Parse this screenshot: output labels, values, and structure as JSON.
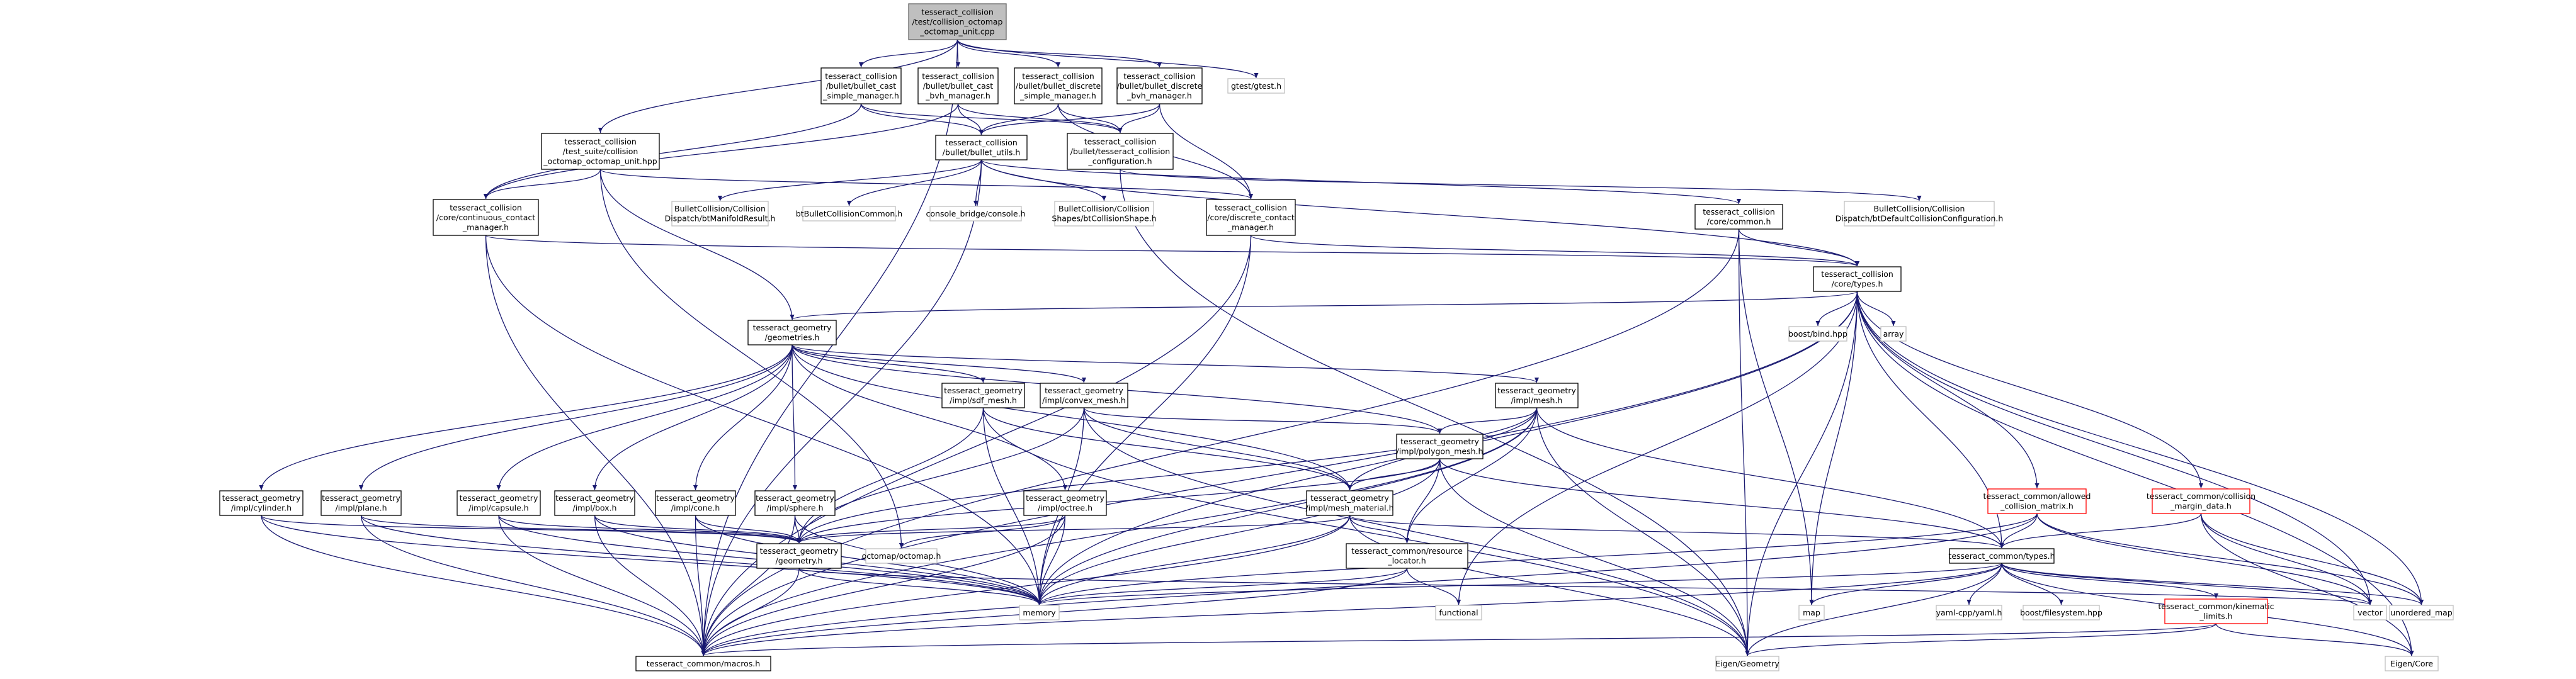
{
  "title": "tesseract_collision/test/collision_octomap_octomap_unit.cpp",
  "colors": {
    "edge": "#191970",
    "node_border": "#000000",
    "root_fill": "#bfbfbf",
    "external_border": "#bfbfbf",
    "incomplete_border": "#ff0000"
  },
  "nodes": [
    {
      "id": "root",
      "kind": "root",
      "lines": [
        "tesseract_collision",
        "/test/collision_octomap",
        "_octomap_unit.cpp"
      ]
    },
    {
      "id": "bcsm",
      "kind": "normal",
      "lines": [
        "tesseract_collision",
        "/bullet/bullet_cast",
        "_simple_manager.h"
      ]
    },
    {
      "id": "bcbvh",
      "kind": "normal",
      "lines": [
        "tesseract_collision",
        "/bullet/bullet_cast",
        "_bvh_manager.h"
      ]
    },
    {
      "id": "bdsm",
      "kind": "normal",
      "lines": [
        "tesseract_collision",
        "/bullet/bullet_discrete",
        "_simple_manager.h"
      ]
    },
    {
      "id": "bdbvh",
      "kind": "normal",
      "lines": [
        "tesseract_collision",
        "/bullet/bullet_discrete",
        "_bvh_manager.h"
      ]
    },
    {
      "id": "gtest",
      "kind": "external",
      "lines": [
        "gtest/gtest.h"
      ]
    },
    {
      "id": "tsuite",
      "kind": "normal",
      "lines": [
        "tesseract_collision",
        "/test_suite/collision",
        "_octomap_octomap_unit.hpp"
      ]
    },
    {
      "id": "butils",
      "kind": "normal",
      "lines": [
        "tesseract_collision",
        "/bullet/bullet_utils.h"
      ]
    },
    {
      "id": "tcconf",
      "kind": "normal",
      "lines": [
        "tesseract_collision",
        "/bullet/tesseract_collision",
        "_configuration.h"
      ]
    },
    {
      "id": "ccm",
      "kind": "normal",
      "lines": [
        "tesseract_collision",
        "/core/continuous_contact",
        "_manager.h"
      ]
    },
    {
      "id": "btman",
      "kind": "external",
      "lines": [
        "BulletCollision/Collision",
        "Dispatch/btManifoldResult.h"
      ]
    },
    {
      "id": "btcc",
      "kind": "external",
      "lines": [
        "btBulletCollisionCommon.h"
      ]
    },
    {
      "id": "cbconsole",
      "kind": "external",
      "lines": [
        "console_bridge/console.h"
      ]
    },
    {
      "id": "btcs",
      "kind": "external",
      "lines": [
        "BulletCollision/Collision",
        "Shapes/btCollisionShape.h"
      ]
    },
    {
      "id": "dcm",
      "kind": "normal",
      "lines": [
        "tesseract_collision",
        "/core/discrete_contact",
        "_manager.h"
      ]
    },
    {
      "id": "ccommon",
      "kind": "normal",
      "lines": [
        "tesseract_collision",
        "/core/common.h"
      ]
    },
    {
      "id": "btdcc",
      "kind": "external",
      "lines": [
        "BulletCollision/Collision",
        "Dispatch/btDefaultCollisionConfiguration.h"
      ]
    },
    {
      "id": "ctypes",
      "kind": "normal",
      "lines": [
        "tesseract_collision",
        "/core/types.h"
      ]
    },
    {
      "id": "geoms",
      "kind": "normal",
      "lines": [
        "tesseract_geometry",
        "/geometries.h"
      ]
    },
    {
      "id": "boostbind",
      "kind": "external",
      "lines": [
        "boost/bind.hpp"
      ]
    },
    {
      "id": "array",
      "kind": "external",
      "lines": [
        "array"
      ]
    },
    {
      "id": "sdf",
      "kind": "normal",
      "lines": [
        "tesseract_geometry",
        "/impl/sdf_mesh.h"
      ]
    },
    {
      "id": "convex",
      "kind": "normal",
      "lines": [
        "tesseract_geometry",
        "/impl/convex_mesh.h"
      ]
    },
    {
      "id": "mesh",
      "kind": "normal",
      "lines": [
        "tesseract_geometry",
        "/impl/mesh.h"
      ]
    },
    {
      "id": "poly",
      "kind": "normal",
      "lines": [
        "tesseract_geometry",
        "/impl/polygon_mesh.h"
      ]
    },
    {
      "id": "cyl",
      "kind": "normal",
      "lines": [
        "tesseract_geometry",
        "/impl/cylinder.h"
      ]
    },
    {
      "id": "plane",
      "kind": "normal",
      "lines": [
        "tesseract_geometry",
        "/impl/plane.h"
      ]
    },
    {
      "id": "capsule",
      "kind": "normal",
      "lines": [
        "tesseract_geometry",
        "/impl/capsule.h"
      ]
    },
    {
      "id": "box",
      "kind": "normal",
      "lines": [
        "tesseract_geometry",
        "/impl/box.h"
      ]
    },
    {
      "id": "cone",
      "kind": "normal",
      "lines": [
        "tesseract_geometry",
        "/impl/cone.h"
      ]
    },
    {
      "id": "sphere",
      "kind": "normal",
      "lines": [
        "tesseract_geometry",
        "/impl/sphere.h"
      ]
    },
    {
      "id": "octree",
      "kind": "normal",
      "lines": [
        "tesseract_geometry",
        "/impl/octree.h"
      ]
    },
    {
      "id": "meshmat",
      "kind": "normal",
      "lines": [
        "tesseract_geometry",
        "/impl/mesh_material.h"
      ]
    },
    {
      "id": "acm",
      "kind": "incomplete",
      "lines": [
        "tesseract_common/allowed",
        "_collision_matrix.h"
      ]
    },
    {
      "id": "cmargin",
      "kind": "incomplete",
      "lines": [
        "tesseract_common/collision",
        "_margin_data.h"
      ]
    },
    {
      "id": "geomh",
      "kind": "normal",
      "lines": [
        "tesseract_geometry",
        "/geometry.h"
      ]
    },
    {
      "id": "octomap",
      "kind": "external",
      "lines": [
        "octomap/octomap.h"
      ]
    },
    {
      "id": "resloc",
      "kind": "normal",
      "lines": [
        "tesseract_common/resource",
        "_locator.h"
      ]
    },
    {
      "id": "ctypesc",
      "kind": "normal",
      "lines": [
        "tesseract_common/types.h"
      ]
    },
    {
      "id": "memory",
      "kind": "external",
      "lines": [
        "memory"
      ]
    },
    {
      "id": "functional",
      "kind": "external",
      "lines": [
        "functional"
      ]
    },
    {
      "id": "map",
      "kind": "external",
      "lines": [
        "map"
      ]
    },
    {
      "id": "yaml",
      "kind": "external",
      "lines": [
        "yaml-cpp/yaml.h"
      ]
    },
    {
      "id": "bfs",
      "kind": "external",
      "lines": [
        "boost/filesystem.hpp"
      ]
    },
    {
      "id": "kinlim",
      "kind": "incomplete",
      "lines": [
        "tesseract_common/kinematic",
        "_limits.h"
      ]
    },
    {
      "id": "vector",
      "kind": "external",
      "lines": [
        "vector"
      ]
    },
    {
      "id": "umap",
      "kind": "external",
      "lines": [
        "unordered_map"
      ]
    },
    {
      "id": "macros",
      "kind": "normal",
      "lines": [
        "tesseract_common/macros.h"
      ]
    },
    {
      "id": "eigeo",
      "kind": "external",
      "lines": [
        "Eigen/Geometry"
      ]
    },
    {
      "id": "eicore",
      "kind": "external",
      "lines": [
        "Eigen/Core"
      ]
    }
  ],
  "edges": [
    [
      "root",
      "bcsm"
    ],
    [
      "root",
      "bcbvh"
    ],
    [
      "root",
      "bdsm"
    ],
    [
      "root",
      "bdbvh"
    ],
    [
      "root",
      "gtest"
    ],
    [
      "root",
      "tsuite"
    ],
    [
      "root",
      "macros"
    ],
    [
      "bcsm",
      "butils"
    ],
    [
      "bcsm",
      "ccm"
    ],
    [
      "bcsm",
      "tcconf"
    ],
    [
      "bcbvh",
      "butils"
    ],
    [
      "bcbvh",
      "ccm"
    ],
    [
      "bcbvh",
      "tcconf"
    ],
    [
      "bdsm",
      "butils"
    ],
    [
      "bdsm",
      "dcm"
    ],
    [
      "bdsm",
      "tcconf"
    ],
    [
      "bdbvh",
      "butils"
    ],
    [
      "bdbvh",
      "dcm"
    ],
    [
      "bdbvh",
      "tcconf"
    ],
    [
      "tsuite",
      "ccm"
    ],
    [
      "tsuite",
      "dcm"
    ],
    [
      "tsuite",
      "geoms"
    ],
    [
      "tsuite",
      "octomap"
    ],
    [
      "butils",
      "btman"
    ],
    [
      "butils",
      "btcc"
    ],
    [
      "butils",
      "cbconsole"
    ],
    [
      "butils",
      "btcs"
    ],
    [
      "butils",
      "ccommon"
    ],
    [
      "butils",
      "ctypes"
    ],
    [
      "butils",
      "macros"
    ],
    [
      "tcconf",
      "btdcc"
    ],
    [
      "tcconf",
      "eigeo"
    ],
    [
      "ccm",
      "ctypes"
    ],
    [
      "ccm",
      "macros"
    ],
    [
      "ccm",
      "memory"
    ],
    [
      "dcm",
      "ctypes"
    ],
    [
      "dcm",
      "memory"
    ],
    [
      "dcm",
      "macros"
    ],
    [
      "ccommon",
      "ctypes"
    ],
    [
      "ccommon",
      "map"
    ],
    [
      "ccommon",
      "eigeo"
    ],
    [
      "ccommon",
      "macros"
    ],
    [
      "ctypes",
      "geoms"
    ],
    [
      "ctypes",
      "boostbind"
    ],
    [
      "ctypes",
      "array"
    ],
    [
      "ctypes",
      "acm"
    ],
    [
      "ctypes",
      "cmargin"
    ],
    [
      "ctypes",
      "ctypesc"
    ],
    [
      "ctypes",
      "macros"
    ],
    [
      "ctypes",
      "eigeo"
    ],
    [
      "ctypes",
      "eicore"
    ],
    [
      "ctypes",
      "map"
    ],
    [
      "ctypes",
      "memory"
    ],
    [
      "ctypes",
      "vector"
    ],
    [
      "ctypes",
      "umap"
    ],
    [
      "ctypes",
      "functional"
    ],
    [
      "geoms",
      "sdf"
    ],
    [
      "geoms",
      "convex"
    ],
    [
      "geoms",
      "mesh"
    ],
    [
      "geoms",
      "poly"
    ],
    [
      "geoms",
      "cyl"
    ],
    [
      "geoms",
      "plane"
    ],
    [
      "geoms",
      "capsule"
    ],
    [
      "geoms",
      "box"
    ],
    [
      "geoms",
      "cone"
    ],
    [
      "geoms",
      "sphere"
    ],
    [
      "geoms",
      "octree"
    ],
    [
      "geoms",
      "meshmat"
    ],
    [
      "sdf",
      "geomh"
    ],
    [
      "sdf",
      "meshmat"
    ],
    [
      "sdf",
      "memory"
    ],
    [
      "sdf",
      "eigeo"
    ],
    [
      "convex",
      "geomh"
    ],
    [
      "convex",
      "meshmat"
    ],
    [
      "convex",
      "memory"
    ],
    [
      "convex",
      "eigeo"
    ],
    [
      "convex",
      "poly"
    ],
    [
      "mesh",
      "poly"
    ],
    [
      "mesh",
      "geomh"
    ],
    [
      "mesh",
      "meshmat"
    ],
    [
      "mesh",
      "resloc"
    ],
    [
      "mesh",
      "ctypesc"
    ],
    [
      "mesh",
      "memory"
    ],
    [
      "mesh",
      "eigeo"
    ],
    [
      "mesh",
      "macros"
    ],
    [
      "poly",
      "geomh"
    ],
    [
      "poly",
      "meshmat"
    ],
    [
      "poly",
      "resloc"
    ],
    [
      "poly",
      "ctypesc"
    ],
    [
      "poly",
      "memory"
    ],
    [
      "poly",
      "eigeo"
    ],
    [
      "cyl",
      "geomh"
    ],
    [
      "cyl",
      "memory"
    ],
    [
      "cyl",
      "macros"
    ],
    [
      "plane",
      "geomh"
    ],
    [
      "plane",
      "memory"
    ],
    [
      "plane",
      "macros"
    ],
    [
      "capsule",
      "geomh"
    ],
    [
      "capsule",
      "memory"
    ],
    [
      "capsule",
      "macros"
    ],
    [
      "box",
      "geomh"
    ],
    [
      "box",
      "memory"
    ],
    [
      "box",
      "macros"
    ],
    [
      "cone",
      "geomh"
    ],
    [
      "cone",
      "memory"
    ],
    [
      "cone",
      "macros"
    ],
    [
      "sphere",
      "geomh"
    ],
    [
      "sphere",
      "memory"
    ],
    [
      "sphere",
      "macros"
    ],
    [
      "octree",
      "geomh"
    ],
    [
      "octree",
      "octomap"
    ],
    [
      "octree",
      "memory"
    ],
    [
      "octree",
      "macros"
    ],
    [
      "meshmat",
      "geomh"
    ],
    [
      "meshmat",
      "resloc"
    ],
    [
      "meshmat",
      "ctypesc"
    ],
    [
      "meshmat",
      "memory"
    ],
    [
      "meshmat",
      "eigeo"
    ],
    [
      "meshmat",
      "macros"
    ],
    [
      "acm",
      "ctypesc"
    ],
    [
      "acm",
      "memory"
    ],
    [
      "acm",
      "umap"
    ],
    [
      "acm",
      "vector"
    ],
    [
      "acm",
      "macros"
    ],
    [
      "cmargin",
      "ctypesc"
    ],
    [
      "cmargin",
      "umap"
    ],
    [
      "cmargin",
      "eicore"
    ],
    [
      "cmargin",
      "vector"
    ],
    [
      "geomh",
      "memory"
    ],
    [
      "geomh",
      "macros"
    ],
    [
      "geomh",
      "vector"
    ],
    [
      "resloc",
      "memory"
    ],
    [
      "resloc",
      "functional"
    ],
    [
      "resloc",
      "macros"
    ],
    [
      "ctypesc",
      "memory"
    ],
    [
      "ctypesc",
      "map"
    ],
    [
      "ctypesc",
      "yaml"
    ],
    [
      "ctypesc",
      "bfs"
    ],
    [
      "ctypesc",
      "kinlim"
    ],
    [
      "ctypesc",
      "vector"
    ],
    [
      "ctypesc",
      "umap"
    ],
    [
      "ctypesc",
      "eigeo"
    ],
    [
      "ctypesc",
      "eicore"
    ],
    [
      "ctypesc",
      "macros"
    ],
    [
      "kinlim",
      "eigeo"
    ],
    [
      "kinlim",
      "eicore"
    ],
    [
      "kinlim",
      "macros"
    ]
  ]
}
